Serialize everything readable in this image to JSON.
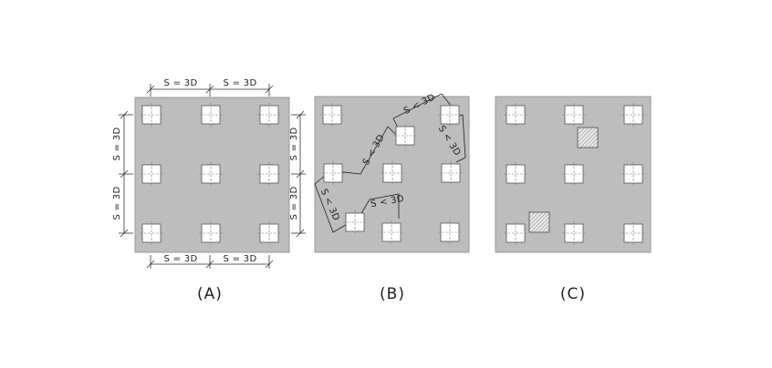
{
  "panels": [
    {
      "id": "A",
      "caption": "(A)"
    },
    {
      "id": "B",
      "caption": "(B)"
    },
    {
      "id": "C",
      "caption": "(C)"
    }
  ],
  "dimensions": {
    "spacing": "S = 3D",
    "reduced": "S < 3D"
  },
  "colors": {
    "slab": "#bdbdbd",
    "pile": "#ffffff",
    "line": "#333333"
  },
  "icons": {
    "pile": "square-pile-with-centerlines",
    "removed_pile": "hatched-square"
  }
}
